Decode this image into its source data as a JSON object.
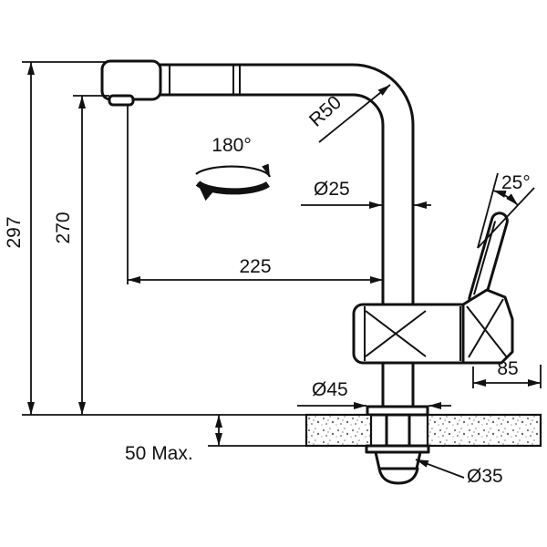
{
  "drawing": {
    "type": "faucet-dimension-drawing",
    "labels": {
      "total_height": "297",
      "spout_height": "270",
      "spout_reach": "225",
      "bend_radius": "R50",
      "swivel_angle": "180°",
      "pipe_diameter": "Ø25",
      "lever_angle": "25°",
      "handle_offset": "85",
      "base_diameter": "Ø45",
      "counter_thickness": "50 Max.",
      "hole_diameter": "Ø35"
    },
    "colors": {
      "line": "#111111",
      "background": "#ffffff"
    }
  }
}
